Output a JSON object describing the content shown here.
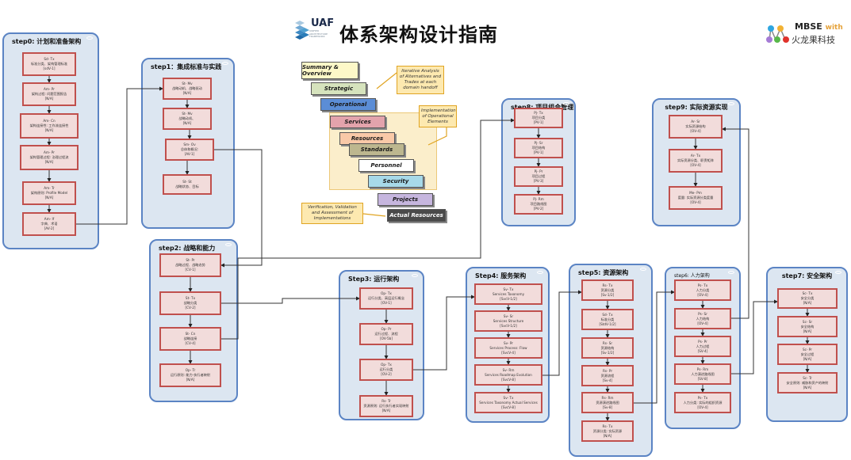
{
  "header": {
    "title": "体系架构设计指南",
    "uaf_logo_text": "UAF",
    "uaf_logo_subtext": "UNIFIED ARCHITECTURE FRAMEWORK",
    "brand_text": "MBSE",
    "brand_with": "with",
    "brand_company": "火龙果科技"
  },
  "colors": {
    "panel_bg": "#dce6f1",
    "panel_border": "#5b84c4",
    "node_bg": "#f2dcdb",
    "node_border": "#c0504d",
    "callout_bg": "#fde9b0",
    "callout_border": "#e0a422"
  },
  "uaf_diagram": {
    "layers": [
      {
        "label": "Summary & Overview",
        "color": "#fdf8c8"
      },
      {
        "label": "Strategic",
        "color": "#d6e3bd"
      },
      {
        "label": "Operational",
        "color": "#5b8dd6"
      },
      {
        "label": "Services",
        "color": "#e3a3ac"
      },
      {
        "label": "Resources",
        "color": "#f9c9a8"
      },
      {
        "label": "Standards",
        "color": "#bdb78f"
      },
      {
        "label": "Personnel",
        "color": "#ffffff"
      },
      {
        "label": "Security",
        "color": "#a7d9e9"
      },
      {
        "label": "Projects",
        "color": "#c6b6de"
      },
      {
        "label": "Actual Resources",
        "color": "#4a4a4a"
      }
    ],
    "callouts": [
      {
        "text": "Iterative Analysis of Alternatives and Trades at each domain handoff"
      },
      {
        "text": "Implementation of Operational Elements"
      },
      {
        "text": "Verification, Validation and Assessment of Implementations"
      }
    ]
  },
  "steps": [
    {
      "id": "step0",
      "title": "step0: 计划和准备架构",
      "nodes": [
        {
          "code": "Sd- Tx",
          "name": "标准分类、架构管理标准",
          "view": "[sdV-1]"
        },
        {
          "code": "Am- Pr",
          "name": "架构过程: 问题范围报告",
          "view": "[N/A]"
        },
        {
          "code": "Am- Cn",
          "name": "架构连接性: 工作流连接性",
          "view": "[N/A]"
        },
        {
          "code": "Am- Pr",
          "name": "架构管理过程: 治理过程流",
          "view": "[N/A]"
        },
        {
          "code": "Am- Tr",
          "name": "架构原则: Profile Model",
          "view": "[N/A]"
        },
        {
          "code": "Am- If",
          "name": "字典、术语",
          "view": "[AV-2]"
        }
      ]
    },
    {
      "id": "step1",
      "title": "step1：集成标准与实践",
      "nodes": [
        {
          "code": "St- Mv",
          "name": "战略动机、战略驱动",
          "view": "[N/A]"
        },
        {
          "code": "St- Mv",
          "name": "战略动机、",
          "view": "[N/A]"
        },
        {
          "code": "Sm- Ov",
          "name": "总体和概况:",
          "view": "[AV-1]"
        },
        {
          "code": "St- St",
          "name": "战略状态、目标",
          "view": ""
        }
      ]
    },
    {
      "id": "step2",
      "title": "step2: 战略和能力",
      "nodes": [
        {
          "code": "St- Pr",
          "name": "战略过程、战略态势",
          "view": "[CV-1]"
        },
        {
          "code": "St- Tx",
          "name": "战略分类",
          "view": "[CV-2]"
        },
        {
          "code": "St- Cn",
          "name": "战略连接",
          "view": "[CV-4]"
        },
        {
          "code": "Op- Tr",
          "name": "运行原则: 能力-执行者映射",
          "view": "[N/A]"
        }
      ]
    },
    {
      "id": "step3",
      "title": "Step3: 运行架构",
      "nodes": [
        {
          "code": "Op- Tx",
          "name": "运行分类、高层运行概念",
          "view": "[OV-1]"
        },
        {
          "code": "Op- Pr",
          "name": "运行过程、流程",
          "view": "[OV-5b]"
        },
        {
          "code": "Op- Tx",
          "name": "运行分类",
          "view": "[OV-2]"
        },
        {
          "code": "Rs- Tr",
          "name": "资源原则: 运行执行者实现映射",
          "view": "[N/A]"
        }
      ]
    },
    {
      "id": "step4",
      "title": "Step4: 服务架构",
      "nodes": [
        {
          "code": "Sv- Tx",
          "name": "Services Taxonomy",
          "view": "[SvcV-1/2]"
        },
        {
          "code": "Sv- Sr",
          "name": "Services Structure",
          "view": "[SvcV-1/2]"
        },
        {
          "code": "Sv- Pr",
          "name": "Services Process: Flow",
          "view": "[SvcV-4]"
        },
        {
          "code": "Sv- Rm",
          "name": "Services Roadmap Evolution",
          "view": "[SvcV-8]"
        },
        {
          "code": "Sv- Tx",
          "name": "Services Taxonomy Actual Services",
          "view": "[SvcV-8]"
        }
      ]
    },
    {
      "id": "step5",
      "title": "step5: 资源架构",
      "nodes": [
        {
          "code": "Rs- Tx",
          "name": "资源分类",
          "view": "[Sv-1/2]"
        },
        {
          "code": "Sd- Tx",
          "name": "标准分类",
          "view": "[StdV-1/2]"
        },
        {
          "code": "Rs- Sr",
          "name": "资源结构",
          "view": "[Sv-1/2]"
        },
        {
          "code": "Rs- Pr",
          "name": "资源流程",
          "view": "[Sv-4]"
        },
        {
          "code": "Rs- Rm",
          "name": "资源演进路线图",
          "view": "[Sv-8]"
        },
        {
          "code": "Rs- Tx",
          "name": "资源分类: 实际资源",
          "view": "[N/A]"
        }
      ]
    },
    {
      "id": "step6",
      "title": "step6: 人力架构",
      "nodes": [
        {
          "code": "Ps- Tx",
          "name": "人力分类",
          "view": "[OV-4]"
        },
        {
          "code": "Ps- Sr",
          "name": "人力结构",
          "view": "[OV-4]"
        },
        {
          "code": "Ps- Pr",
          "name": "人力过程",
          "view": "[SV-4]"
        },
        {
          "code": "Ps- Rm",
          "name": "人力演进路线图",
          "view": "[SV-8]"
        },
        {
          "code": "Ps- Tx",
          "name": "人力分类: 实际的组织资源",
          "view": "[OV-4]"
        }
      ]
    },
    {
      "id": "step7",
      "title": "step7: 安全架构",
      "nodes": [
        {
          "code": "Sc- Tx",
          "name": "安全分类",
          "view": "[N/A]"
        },
        {
          "code": "Sc- Sr",
          "name": "安全结构",
          "view": "[N/A]"
        },
        {
          "code": "Sc- Pr",
          "name": "安全过程",
          "view": "[N/A]"
        },
        {
          "code": "Sc- Tr",
          "name": "安全原则: 威胁和资产的映射",
          "view": "[N/A]"
        }
      ]
    },
    {
      "id": "step8",
      "title": "step8: 项目组合管理",
      "nodes": [
        {
          "code": "Pj- Tx",
          "name": "项目分类",
          "view": "[PV-1]"
        },
        {
          "code": "Pj- Sr",
          "name": "项目结构",
          "view": "[PV-1]"
        },
        {
          "code": "Pj- Pr",
          "name": "项目过程",
          "view": "[PV-3]"
        },
        {
          "code": "Pj- Rm",
          "name": "项目路线图",
          "view": "[PV-2]"
        }
      ]
    },
    {
      "id": "step9",
      "title": "step9: 实际资源实现",
      "nodes": [
        {
          "code": "Ar- Sr",
          "name": "实际资源结构",
          "view": "[OV-4]"
        },
        {
          "code": "Ar- Tx",
          "name": "实际资源分类、职责矩阵",
          "view": "[OV-4]"
        },
        {
          "code": "Me- Pm",
          "name": "度量: 实际资源分类度量",
          "view": "[OV-4]"
        }
      ]
    }
  ]
}
